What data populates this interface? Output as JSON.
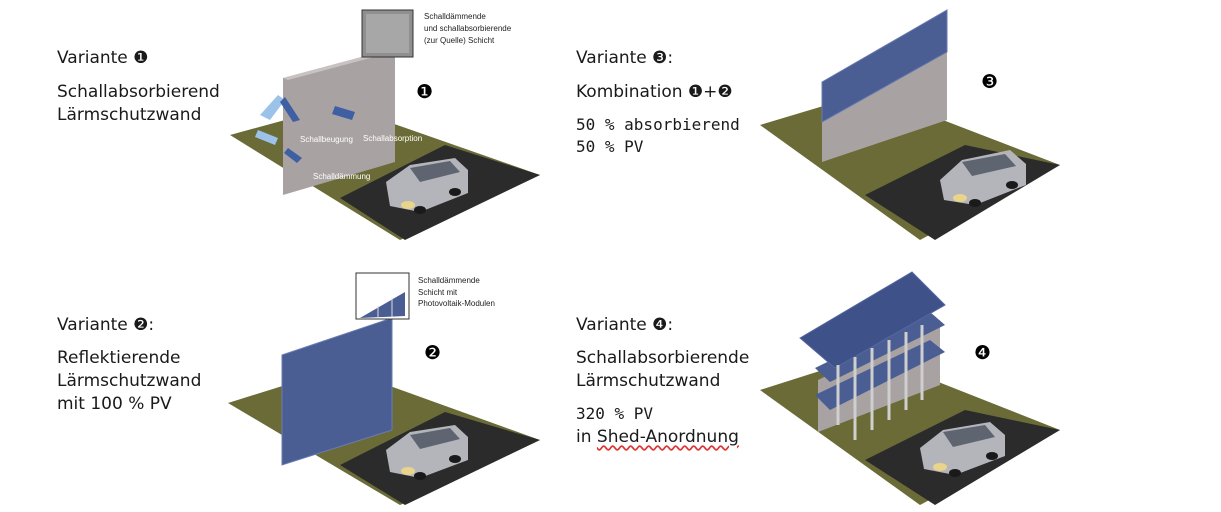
{
  "variant1": {
    "heading": "Variante ❶",
    "line1": "Schallabsorbierend",
    "line2": "Lärmschutzwand",
    "marker": "❶",
    "callout_line1": "Schalldämmende",
    "callout_line2": "und schallabsorbierende",
    "callout_line3": "(zur Quelle) Schicht",
    "label_beugung": "Schallbeugung",
    "label_absorption": "Schallabsorption",
    "label_daemmung": "Schalldämmung"
  },
  "variant2": {
    "heading": "Variante ❷:",
    "line1": "Reflektierende",
    "line2": "Lärmschutzwand",
    "line3": "mit 100 % PV",
    "marker": "❷",
    "callout_line1": "Schalldämmende",
    "callout_line2": "Schicht mit",
    "callout_line3": "Photovoltaik-Modulen"
  },
  "variant3": {
    "heading": "Variante ❸:",
    "line1": "Kombination ❶+❷",
    "line2": "50 % absorbierend",
    "line3": "50 % PV",
    "marker": "❸"
  },
  "variant4": {
    "heading": "Variante ❹:",
    "line1": "Schallabsorbierende",
    "line2": "Lärmschutzwand",
    "line3": "320 % PV",
    "line4_prefix": "in ",
    "line4_word": "Shed-Anordnung",
    "marker": "❹"
  },
  "colors": {
    "grass": "#6b6b37",
    "road": "#2b2b2b",
    "wall_grey": "#a9a2a2",
    "pv_blue": "#4a5e93",
    "arrow_blue": "#3f5fa3",
    "arrow_light": "#9cc2ea"
  }
}
